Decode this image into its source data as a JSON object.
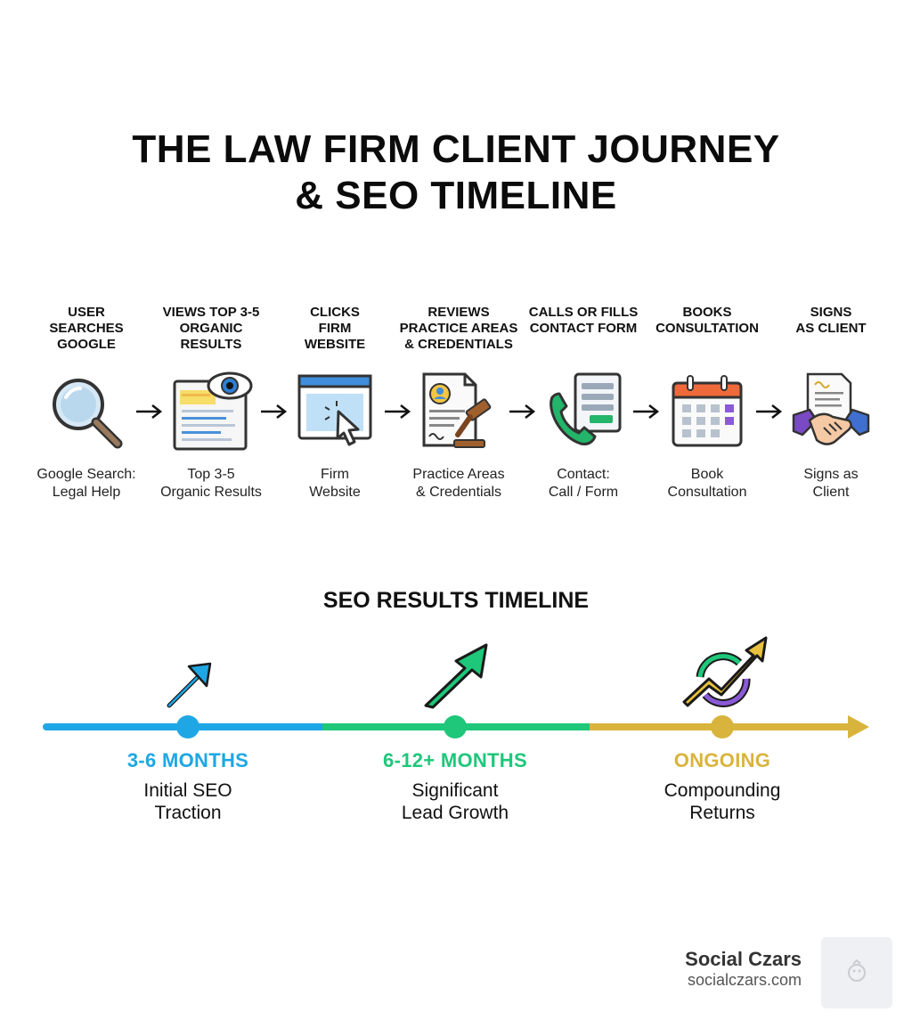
{
  "title": {
    "line1": "THE LAW FIRM CLIENT JOURNEY",
    "line2": "& SEO TIMELINE"
  },
  "steps": [
    {
      "head": [
        "USER",
        "SEARCHES",
        "GOOGLE"
      ],
      "caption": [
        "Google Search:",
        "Legal Help"
      ],
      "icon": "magnifier-icon"
    },
    {
      "head": [
        "VIEWS TOP 3-5",
        "ORGANIC",
        "RESULTS"
      ],
      "caption": [
        "Top 3-5",
        "Organic Results"
      ],
      "icon": "search-results-eye-icon"
    },
    {
      "head": [
        "CLICKS",
        "FIRM",
        "WEBSITE"
      ],
      "caption": [
        "Firm",
        "Website"
      ],
      "icon": "browser-click-icon"
    },
    {
      "head": [
        "REVIEWS",
        "PRACTICE AREAS",
        "& CREDENTIALS"
      ],
      "caption": [
        "Practice Areas",
        "& Credentials"
      ],
      "icon": "credentials-gavel-icon"
    },
    {
      "head": [
        "CALLS OR FILLS",
        "CONTACT FORM"
      ],
      "caption": [
        "Contact:",
        "Call / Form"
      ],
      "icon": "phone-form-icon"
    },
    {
      "head": [
        "BOOKS",
        "CONSULTATION"
      ],
      "caption": [
        "Book",
        "Consultation"
      ],
      "icon": "calendar-icon"
    },
    {
      "head": [
        "SIGNS",
        "AS CLIENT"
      ],
      "caption": [
        "Signs as",
        "Client"
      ],
      "icon": "handshake-contract-icon"
    }
  ],
  "timeline": {
    "title": "SEO RESULTS TIMELINE",
    "phases": [
      {
        "label": "3-6 MONTHS",
        "desc": [
          "Initial SEO",
          "Traction"
        ],
        "color": "#1ea7e4",
        "icon": "arrow-up-icon"
      },
      {
        "label": "6-12+ MONTHS",
        "desc": [
          "Significant",
          "Lead Growth"
        ],
        "color": "#1ec77a",
        "icon": "arrow-up-large-icon"
      },
      {
        "label": "ONGOING",
        "desc": [
          "Compounding",
          "Returns"
        ],
        "color": "#d9b43c",
        "icon": "compounding-cycle-arrow-icon"
      }
    ]
  },
  "brand": {
    "name": "Social Czars",
    "url": "socialczars.com"
  }
}
